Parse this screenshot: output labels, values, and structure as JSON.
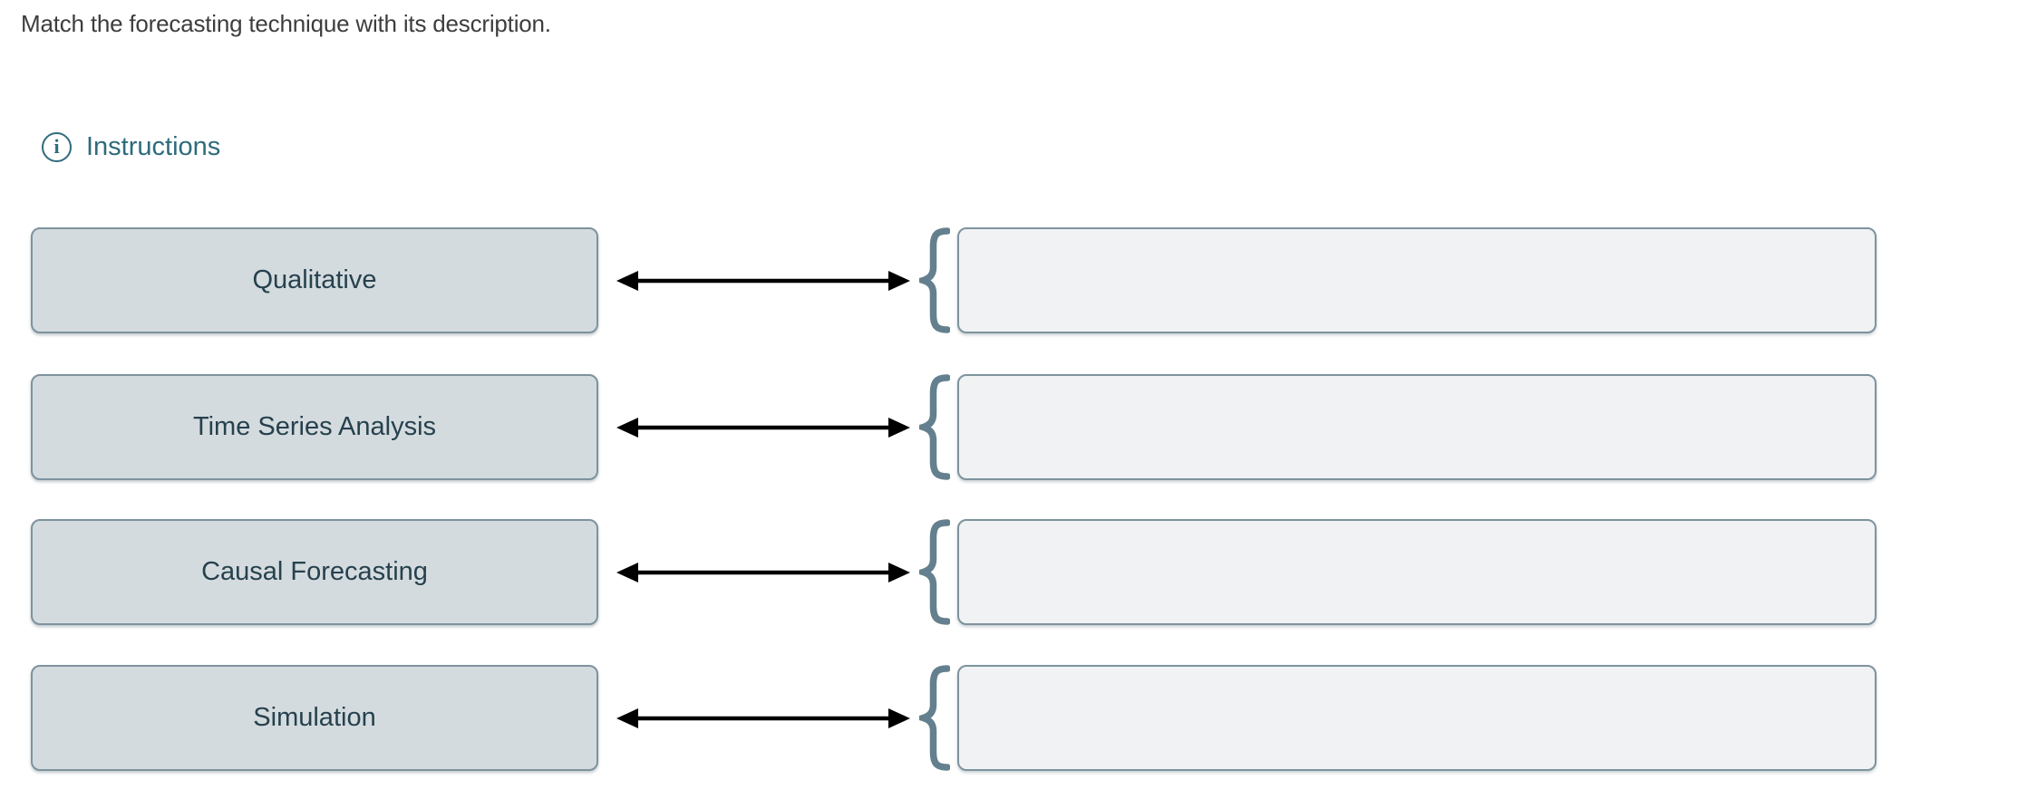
{
  "page": {
    "title": "Match the forecasting technique with its description."
  },
  "instructions": {
    "icon_glyph": "i",
    "label": "Instructions"
  },
  "match": {
    "connector": "double-headed-arrow",
    "rows": [
      {
        "term": "Qualitative",
        "dropzone_value": ""
      },
      {
        "term": "Time Series Analysis",
        "dropzone_value": ""
      },
      {
        "term": "Causal Forecasting",
        "dropzone_value": ""
      },
      {
        "term": "Simulation",
        "dropzone_value": ""
      }
    ]
  },
  "colors": {
    "title_text": "#3d3d3d",
    "link_teal": "#2e6b7d",
    "term_fill": "#d4dbde",
    "term_text": "#26414e",
    "dropzone_fill": "#f0f2f3",
    "box_border": "#7e939e",
    "brace": "#64808e",
    "arrow": "#000000"
  }
}
